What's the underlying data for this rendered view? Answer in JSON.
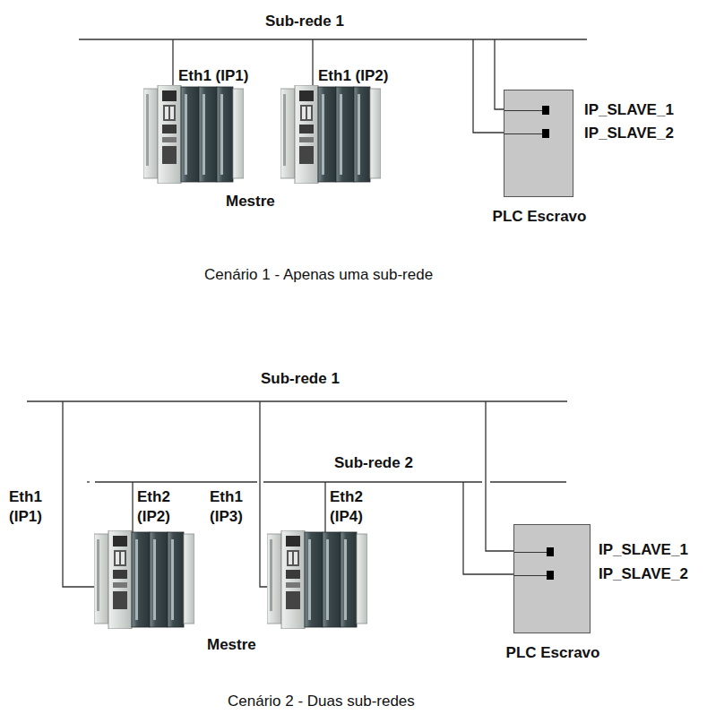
{
  "diagram": {
    "nodes": [
      {
        "text": [
          "PLC Escravo"
        ]
      },
      {
        "text": [
          "PLC Escravo"
        ]
      }
    ],
    "labels": [
      "Sub-rede 1",
      "Eth1 (IP1)",
      "Eth1 (IP2)",
      "Mestre",
      "IP_SLAVE_1",
      "IP_SLAVE_2",
      "Cenário 1 - Apenas uma sub-rede",
      "Sub-rede 1",
      "Sub-rede 2",
      "Eth1 (IP1)",
      "Eth2 (IP2)",
      "Eth1 (IP3)",
      "Eth2 (IP4)",
      "Mestre",
      "IP_SLAVE_1",
      "IP_SLAVE_2",
      "Cenário 2 - Duas sub-redes"
    ]
  }
}
